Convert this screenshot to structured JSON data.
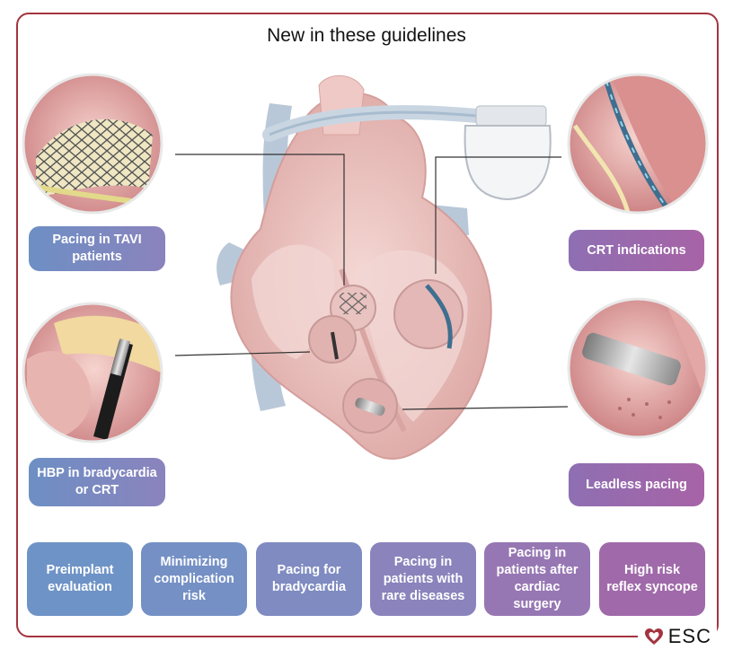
{
  "title": "New in these guidelines",
  "side_labels": {
    "tavi": "Pacing in TAVI patients",
    "hbp": "HBP in bradycardia or CRT",
    "crt": "CRT indications",
    "leadless": "Leadless pacing"
  },
  "bottom_labels": [
    "Preimplant evaluation",
    "Minimizing complication risk",
    "Pacing for bradycardia",
    "Pacing in patients with rare diseases",
    "Pacing in patients after cardiac surgery",
    "High risk reflex syncope"
  ],
  "logo": {
    "text": "ESC"
  },
  "colors": {
    "frame": "#a3343f",
    "label_blue": "#6d8fc4",
    "label_violet": "#8b83bd",
    "label_magenta": "#a763a6",
    "heart_pink": "#eec9c6",
    "vessel_blue": "#b8c7d6"
  }
}
